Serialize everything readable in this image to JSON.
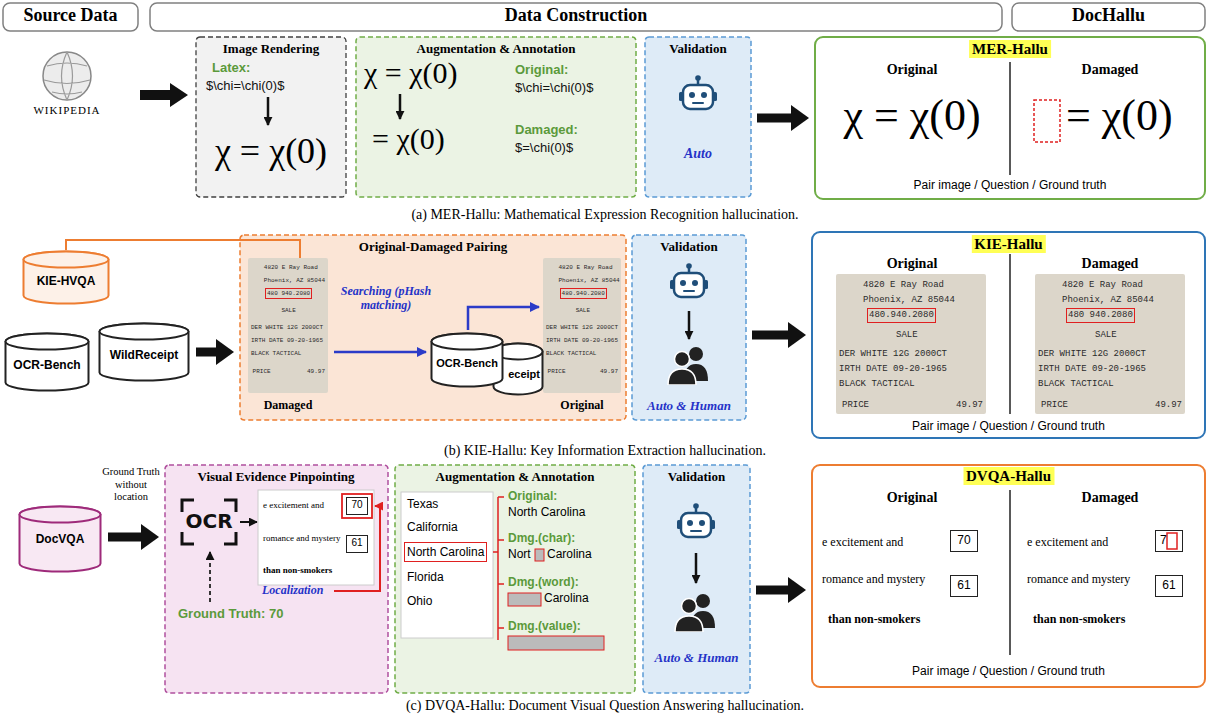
{
  "diagram": {
    "nodes": [
      {
        "text": [
          "Source Data"
        ]
      },
      {
        "text": [
          "Data Construction"
        ]
      },
      {
        "text": [
          "DocHallu"
        ]
      },
      {
        "text": [
          "Image Rendering",
          "Latex:",
          "$\\chi=\\chi(0)$",
          "χ = χ(0)"
        ]
      },
      {
        "text": [
          "Augmentation & Annotation",
          "χ = χ(0)",
          "= χ(0)",
          "Original:",
          "$\\chi=\\chi(0)$",
          "Damaged:",
          "$=\\chi(0)$"
        ]
      },
      {
        "text": [
          "Validation",
          "Auto"
        ]
      },
      {
        "text": [
          "MER-Hallu",
          "Original",
          "Damaged",
          "χ = χ(0)",
          "= χ(0)",
          "Pair image / Question / Ground truth"
        ]
      },
      {
        "text": [
          "KIE-HVQA"
        ]
      },
      {
        "text": [
          "OCR-Bench"
        ]
      },
      {
        "text": [
          "WildReceipt"
        ]
      },
      {
        "text": [
          "Original-Damaged Pairing",
          "Searching (pHash matching)",
          "Damaged",
          "Original"
        ]
      },
      {
        "text": [
          "eceipt"
        ],
        "in": 10
      },
      {
        "text": [
          "OCR-Bench"
        ],
        "in": 10
      },
      {
        "text": [
          "Validation",
          "Auto & Human"
        ]
      },
      {
        "text": [
          "KIE-Hallu",
          "Original",
          "Damaged",
          "Pair image / Question / Ground truth"
        ]
      },
      {
        "text": [
          "DocVQA"
        ]
      },
      {
        "text": [
          "Visual Evidence Pinpointing",
          "Ground Truth: 70",
          "Localization"
        ]
      },
      {
        "text": [
          "70"
        ],
        "in": 16
      },
      {
        "text": [
          "61"
        ],
        "in": 16
      },
      {
        "text": [
          "Augmentation & Annotation",
          "Original:",
          "North Carolina",
          "Dmg.(char):",
          "Nort",
          "Carolina",
          "Dmg.(word):",
          "Carolina",
          "Dmg.(value):"
        ]
      },
      {
        "text": [
          "Validation",
          "Auto & Human"
        ]
      },
      {
        "text": [
          "DVQA-Hallu",
          "Original",
          "Damaged",
          "Pair image / Question / Ground truth"
        ]
      },
      {
        "text": [
          "70"
        ],
        "in": 21
      },
      {
        "text": [
          "61"
        ],
        "in": 21
      },
      {
        "text": [
          "7"
        ],
        "in": 21
      },
      {
        "text": [
          "61"
        ],
        "in": 21
      }
    ],
    "edges": [
      {
        "from": 5,
        "to": 6,
        "arrow": "to"
      },
      {
        "from": 9,
        "to": 10,
        "arrow": "to"
      },
      {
        "from": 13,
        "to": 14,
        "arrow": "to"
      },
      {
        "from": 15,
        "to": 16,
        "arrow": "to"
      },
      {
        "from": 20,
        "to": 21,
        "arrow": "to"
      }
    ],
    "labels": [
      "WIKIPEDIA",
      "(a) MER-Hallu: Mathematical Expression Recognition hallucination.",
      "4820 E Ray Road",
      "Phoenix, AZ 85044",
      "480 940.2080",
      "SALE",
      "DER WHITE 12G 2000CT",
      "IRTH DATE 09-20-1965",
      "BLACK TACTICAL",
      "PRICE",
      "49.97",
      "4820 E Ray Road",
      "Phoenix, AZ 85044",
      "480.940.2080",
      "SALE",
      "DER WHITE 12G 2000CT",
      "IRTH DATE 09-20-1965",
      "BLACK TACTICAL",
      "PRICE",
      "49.97",
      "4820 E Ray Road",
      "Phoenix, AZ 85044",
      "480.940.2080",
      "SALE",
      "DER WHITE 12G 2000CT",
      "IRTH DATE 09-20-1965",
      "BLACK TACTICAL",
      "PRICE",
      "49.97",
      "4820 E Ray Road",
      "Phoenix, AZ 85044",
      "480 940.2080",
      "SALE",
      "DER WHITE 12G 2000CT",
      "IRTH DATE 09-20-1965",
      "BLACK TACTICAL",
      "PRICE",
      "49.97",
      "(b) KIE-Hallu: Key Information Extraction hallucination.",
      "Ground Truth without location",
      "OCR",
      "e excitement and",
      "romance and mystery",
      "than non-smokers",
      "Texas",
      "California",
      "North Carolina",
      "Florida",
      "Ohio",
      "e excitement and",
      "romance and mystery",
      "than non-smokers",
      "e excitement and",
      "romance and mystery",
      "than non-smokers",
      "(c) DVQA-Hallu: Document Visual Question Answering hallucination."
    ]
  }
}
